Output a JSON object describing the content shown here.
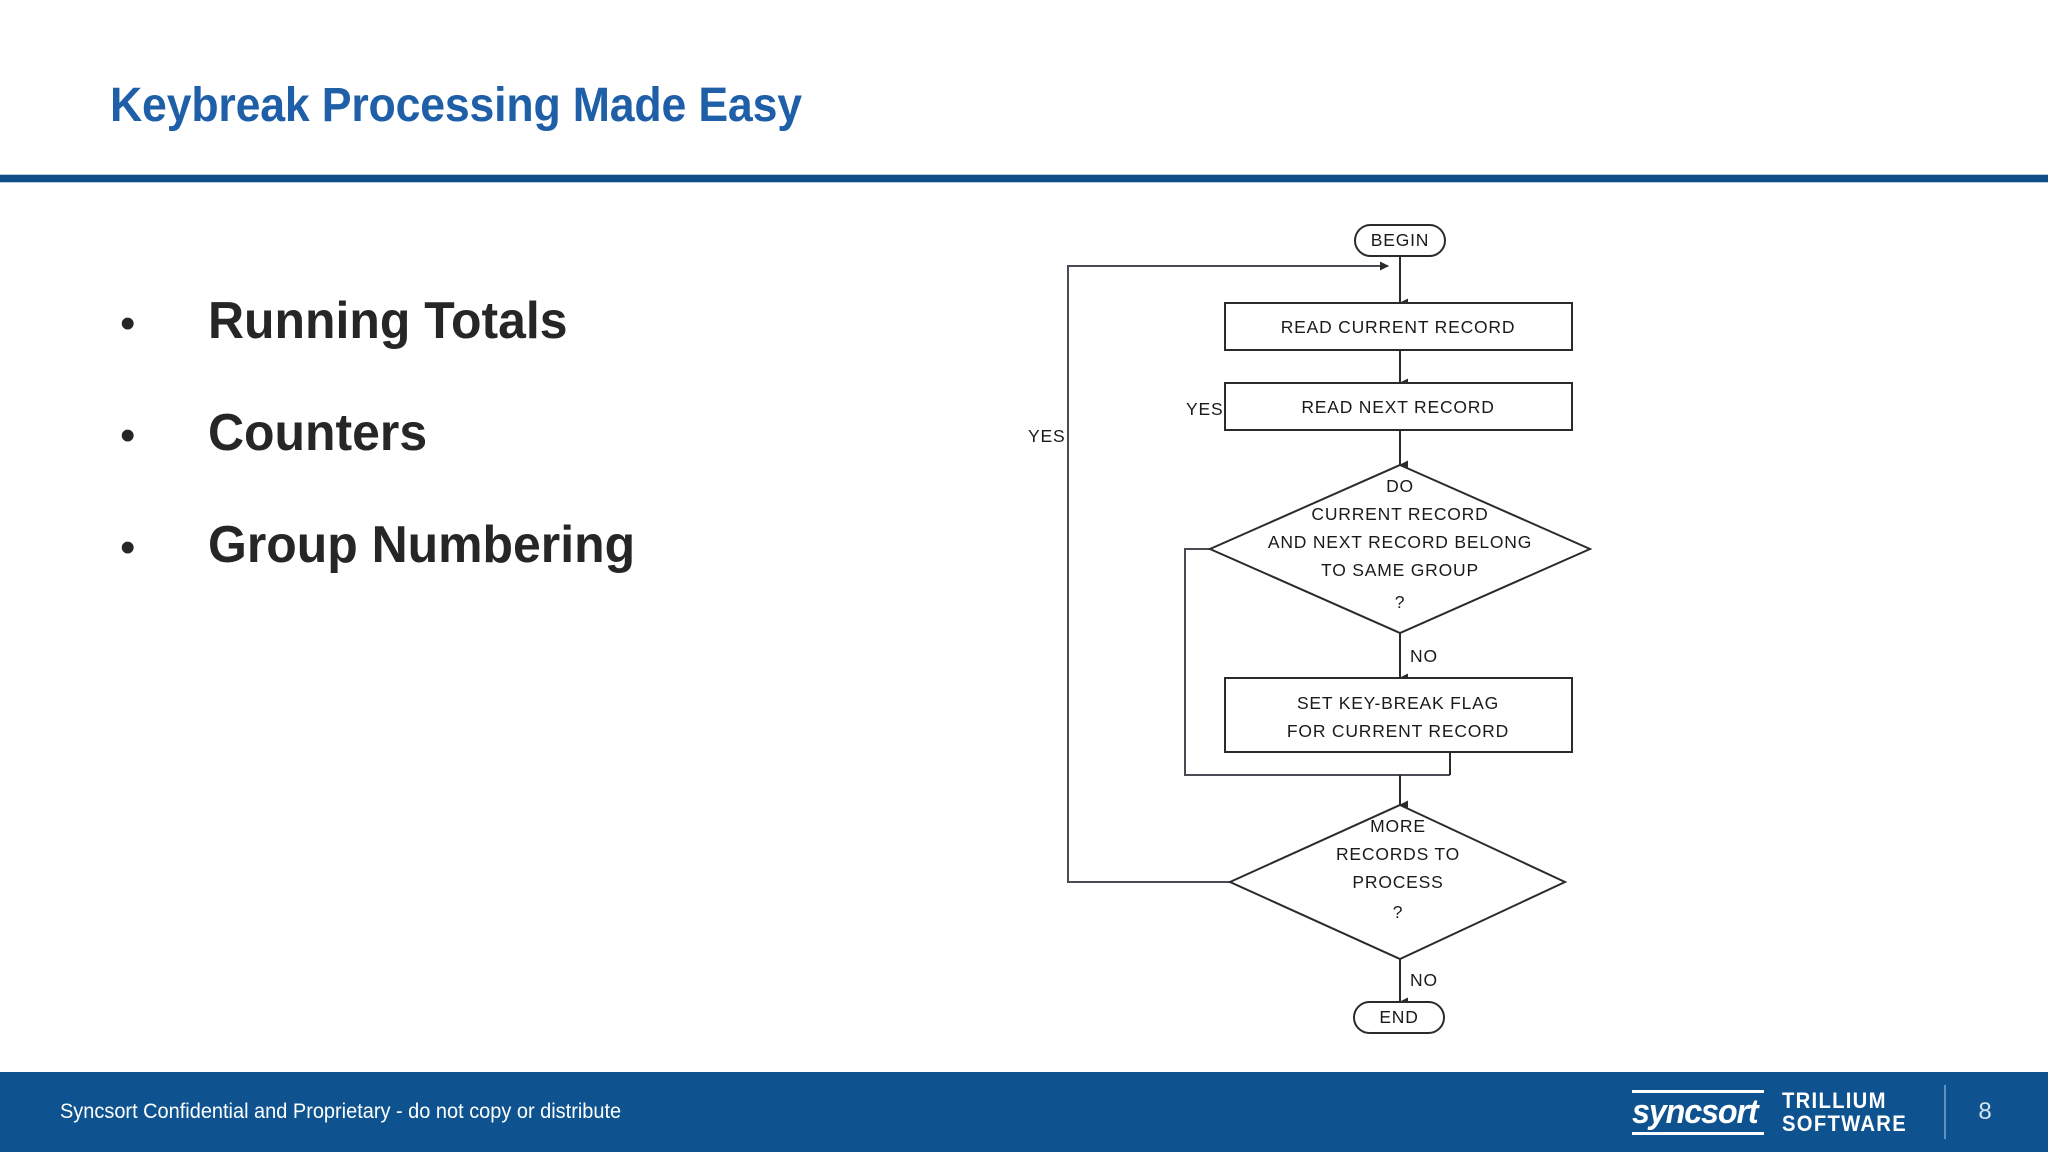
{
  "slide": {
    "title": "Keybreak Processing Made Easy",
    "accent_color": "#1F5FA8",
    "rule_color": "#0E4C8A",
    "footer_color": "#0E538F"
  },
  "bullets": {
    "marker": "•",
    "items": [
      {
        "label": "Running Totals"
      },
      {
        "label": "Counters"
      },
      {
        "label": "Group Numbering"
      }
    ]
  },
  "flowchart": {
    "title": "Keybreak processing flowchart",
    "nodes": {
      "begin": "BEGIN",
      "read_current": "READ CURRENT RECORD",
      "read_next": "READ NEXT RECORD",
      "decision_group_l1": "DO",
      "decision_group_l2": "CURRENT RECORD",
      "decision_group_l3": "AND NEXT RECORD BELONG",
      "decision_group_l4": "TO SAME GROUP",
      "decision_group_l5": "?",
      "set_flag_l1": "SET KEY-BREAK FLAG",
      "set_flag_l2": "FOR CURRENT RECORD",
      "decision_more_l1": "MORE",
      "decision_more_l2": "RECORDS TO",
      "decision_more_l3": "PROCESS",
      "decision_more_l4": "?",
      "end": "END"
    },
    "edge_labels": {
      "outer_yes": "YES",
      "inner_yes": "YES",
      "group_no": "NO",
      "more_no": "NO"
    }
  },
  "footer": {
    "confidentiality": "Syncsort Confidential and Proprietary - do not copy or distribute",
    "logo_word": "syncsort",
    "product_line1": "TRILLIUM",
    "product_line2": "SOFTWARE",
    "page_number": "8"
  }
}
